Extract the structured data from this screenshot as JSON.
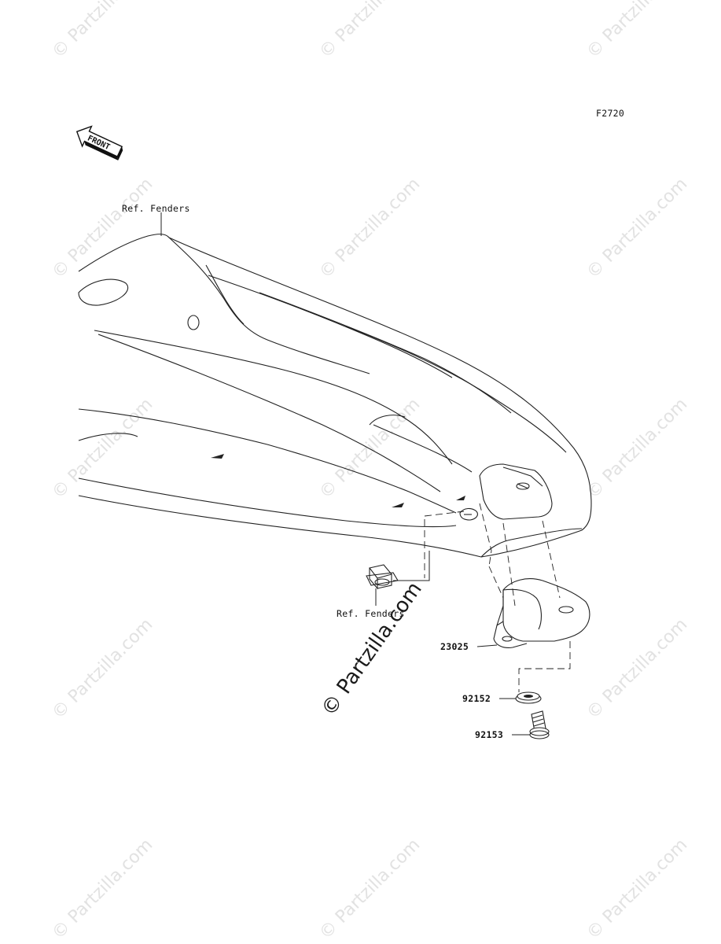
{
  "figure_code": "F2720",
  "front_arrow_label": "FRONT",
  "labels": {
    "ref_fenders_top": "Ref. Fenders",
    "ref_fenders_bottom": "Ref. Fenders"
  },
  "parts": [
    {
      "number": "23025"
    },
    {
      "number": "92152"
    },
    {
      "number": "92153"
    }
  ],
  "watermark": {
    "tile_text": "© Partzilla.com",
    "center_text": "© Partzilla.com"
  }
}
